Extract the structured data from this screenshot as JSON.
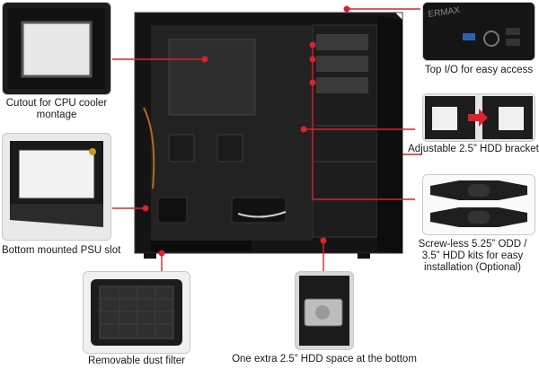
{
  "callouts": {
    "cpu_cutout": "Cutout for CPU cooler montage",
    "psu_slot": "Bottom mounted PSU slot",
    "dust_filter": "Removable dust filter",
    "top_io": "Top I/O for easy access",
    "hdd_bracket": "Adjustable 2.5” HDD bracket",
    "screwless_kits": "Screw-less 5.25” ODD / 3.5” HDD kits for easy installation (Optional)",
    "extra_hdd": "One extra 2.5” HDD space at the bottom"
  },
  "brand_logo_text": "ERMAX",
  "colors": {
    "leader_line": "#d9232e",
    "marker_fill": "#d9232e",
    "case_body": "#1b1b1b"
  }
}
